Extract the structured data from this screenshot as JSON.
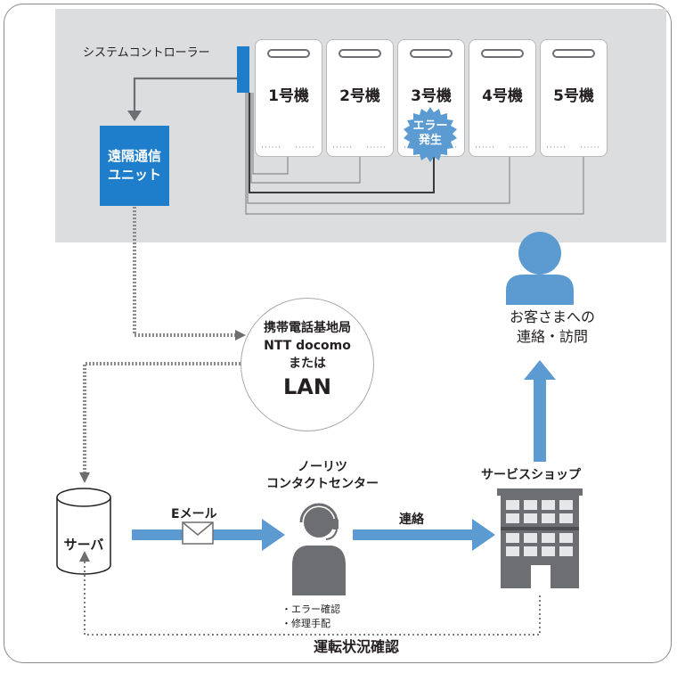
{
  "system": {
    "controller_label": "システムコントローラー",
    "units": [
      "1号機",
      "2号機",
      "3号機",
      "4号機",
      "5号機"
    ],
    "error_badge": [
      "エラー",
      "発生"
    ],
    "error_unit_index": 2,
    "remote_unit": [
      "遠隔通信",
      "ユニット"
    ]
  },
  "base_station": {
    "line1": "携帯電話基地局",
    "line2": "NTT docomo",
    "line3": "または",
    "line4": "LAN"
  },
  "customer": {
    "line1": "お客さまへの",
    "line2": "連絡・訪問"
  },
  "server": {
    "label": "サーバ"
  },
  "email": {
    "label": "Eメール"
  },
  "contact_center": {
    "line1": "ノーリツ",
    "line2": "コンタクトセンター",
    "tasks": [
      "・エラー確認",
      "・修理手配"
    ]
  },
  "renraku": {
    "label": "連絡"
  },
  "service_shop": {
    "label": "サービスショップ"
  },
  "status_check": {
    "label": "運転状況確認"
  },
  "colors": {
    "blue": "#1f7ecb",
    "arrow_blue": "#5b9bd1",
    "icon_gray": "#6d6e71",
    "panel_gray": "#dcdddf"
  }
}
